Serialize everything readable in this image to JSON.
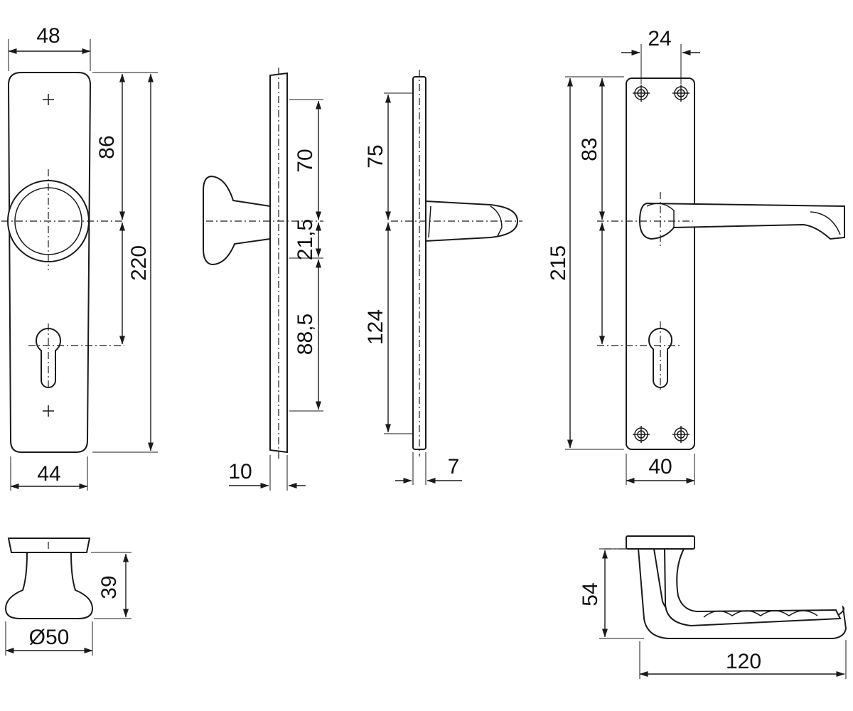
{
  "drawing": {
    "dimensions": {
      "knob_plate_width_top": "48",
      "knob_plate_center_to_top": "86",
      "knob_plate_total_height": "220",
      "knob_plate_width_bottom": "44",
      "side_top_to_center": "70",
      "side_rose": "21,5",
      "side_lower": "88,5",
      "side_thickness": "10",
      "lever_side_upper": "75",
      "lever_side_lower": "124",
      "lever_side_thickness": "7",
      "lever_plate_hole_spacing": "24",
      "lever_plate_center_to_key": "83",
      "lever_plate_total_height": "215",
      "lever_plate_width": "40",
      "knob_projection": "39",
      "knob_diameter": "Ø50",
      "lever_projection": "54",
      "lever_length": "120"
    }
  }
}
